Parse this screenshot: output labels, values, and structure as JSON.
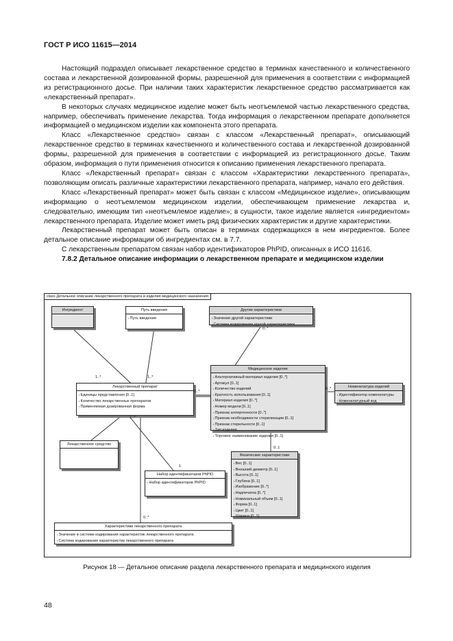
{
  "header": "ГОСТ Р ИСО 11615—2014",
  "paragraphs": [
    "Настоящий подраздел описывает лекарственное средство в терминах качественного и количественного состава и лекарственной дозированной формы, разрешенной для применения в соответствии с информацией из регистрационного досье. При наличии таких характеристик лекарственное средство рассматривается как «лекарственный препарат».",
    "В некоторых случаях медицинское изделие может быть неотъемлемой частью лекарственного средства, например, обеспечивать применение лекарства. Тогда информация о лекарственном препарате дополняется информацией о медицинском изделии как компонента этого препарата.",
    "Класс «Лекарственное средство» связан с классом «Лекарственный препарат», описывающий лекарственное средство в терминах качественного и количественного состава и лекарственной дозированной формы, разрешенной для применения в соответствии с информацией из регистрационного досье. Таким образом, информация о пути применения относится к описанию применения лекарственного препарата.",
    "Класс «Лекарственный препарат» связан с классом «Характеристики лекарственного препарата», позволяющим описать различные характеристики лекарственного препарата, например, начало его действия.",
    "Класс «Лекарственный препарат» может быть связан с классом «Медицинское изделие», описывающим информацию о неотъемлемом медицинском изделии, обеспечивающем применение лекарства и, следовательно, имеющим тип «неотъемлемое изделие»; в сущности, такое изделие является «ингредиентом» лекарственного препарата. Изделие может иметь ряд физических характеристик и другие характеристики.",
    "Лекарственный препарат может быть описан в терминах содержащихся в нем ингредиентов. Более детальное описание информации об ингредиентах см. в 7.7.",
    "С лекарственным препаратом связан набор идентификаторов PhPID, описанных в ИСО 11616."
  ],
  "section": {
    "number": "7.8.2",
    "title": "Детальное описание информации о лекарственном препарате и медицинском изделии"
  },
  "diagram": {
    "frame_label": "class Детальное описание лекарственного препарата и изделия медицинского назначения",
    "classes": {
      "ingredient": {
        "title": "Ингредиент",
        "attrs": []
      },
      "route": {
        "title": "Путь введения",
        "attrs": [
          "Путь введения"
        ]
      },
      "other_chars": {
        "title": "Другие характеристики",
        "attrs": [
          "Значение другой характеристики",
          "Система кодирования другой характеристики"
        ]
      },
      "product": {
        "title": "Лекарственный препарат",
        "attrs": [
          "Единицы представления [0..1]",
          "Количество лекарственных препаратов",
          "Применяемая дозированная форма"
        ]
      },
      "device": {
        "title": "Медицинское изделие",
        "attrs": [
          "Альтернативный материал изделия [0..*]",
          "Артикул [0..1]",
          "Количество изделий",
          "Кратность использования [0..1]",
          "Материал изделия [0..*]",
          "Номер модели [0..1]",
          "Признак аллергенности [0..*]",
          "Признак необходимости стерилизации [0..1]",
          "Признак стерильности [0..1]",
          "Тип изделия",
          "Торговое наименование изделия [0..1]"
        ]
      },
      "nomenclature": {
        "title": "Номенклатура изделий",
        "attrs": [
          "Идентификатор номенклатуры",
          "Номенклатурный код"
        ]
      },
      "drug": {
        "title": "Лекарственное средство",
        "attrs": []
      },
      "phpid": {
        "title": "Набор идентификаторов PhPID",
        "attrs": [
          "Набор идентификаторов PhPID"
        ]
      },
      "physical": {
        "title": "Физические характеристики",
        "attrs": [
          "Вес [0..1]",
          "Внешний диаметр [0..1]",
          "Высота [0..1]",
          "Глубина [0..1]",
          "Изображение [0..*]",
          "Надпечатка [0..*]",
          "Номинальный объем [0..1]",
          "Форма [0..1]",
          "Цвет [0..1]",
          "Ширина [0..1]"
        ]
      },
      "product_chars": {
        "title": "Характеристики лекарственного препарата",
        "attrs": [
          "Значение в системе кодирования характеристик лекарственного препарата",
          "Система кодирования характеристик лекарственного препарата"
        ]
      }
    },
    "multiplicities": {
      "ingredient": "1..*",
      "route": "1..*",
      "other": "0..*",
      "device_product": "0..*",
      "nomenclature": "0..*",
      "drug": "1..*",
      "phpid": "1",
      "physical": "0..1",
      "chars": "0..*"
    }
  },
  "caption": "Рисунок 18 — Детальное описание раздела лекарственного препарата и медицинского изделия",
  "page_number": "48"
}
